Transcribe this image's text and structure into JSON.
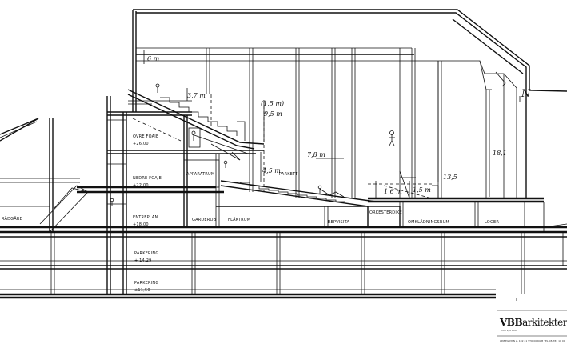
{
  "labels": {
    "ovre_foaje": "ÖVRE FOAJE",
    "ovre_foaje_level": "+26,00",
    "nedre_foaje": "NEDRE FOAJE",
    "nedre_foaje_level": "+22,00",
    "apparatrum": "APPARATRUM",
    "parkett": "PARKETT",
    "tradgard": "RÄDGÅRD",
    "entreplan": "ENTREPLAN",
    "entreplan_level": "+18,00",
    "garderob": "GARDEROB",
    "flaktrum": "FLÄKTRUM",
    "repvisita": "REPVISITA",
    "orkesterdike": "ORKESTERDIKE",
    "omkladningsrum": "OMKLÄDNINGSRUM",
    "loger": "LOGER",
    "parkering_1": "PARKERING",
    "parkering_1_level": "+ 14,29",
    "parkering_2": "PARKERING",
    "parkering_2_level": "±11,50"
  },
  "dimensions": {
    "d1": "6 m",
    "d2": "3,7 m",
    "d3": "(1,5 m)",
    "d4": "9,5 m",
    "d5": "4,5 m",
    "d6": "7,8 m",
    "d7": "13,5",
    "d8": "18,1",
    "d9": "1,6 m",
    "d10": "1,5 m"
  },
  "north_marks": [
    "N",
    "N"
  ],
  "logo": {
    "brand": "VBB",
    "brand_sub": "arkitekter",
    "tagline": "from sys turs",
    "address": "LINNEGATAN 2, 102 41 STOCKHOLM TEL 08-783 10 00"
  }
}
